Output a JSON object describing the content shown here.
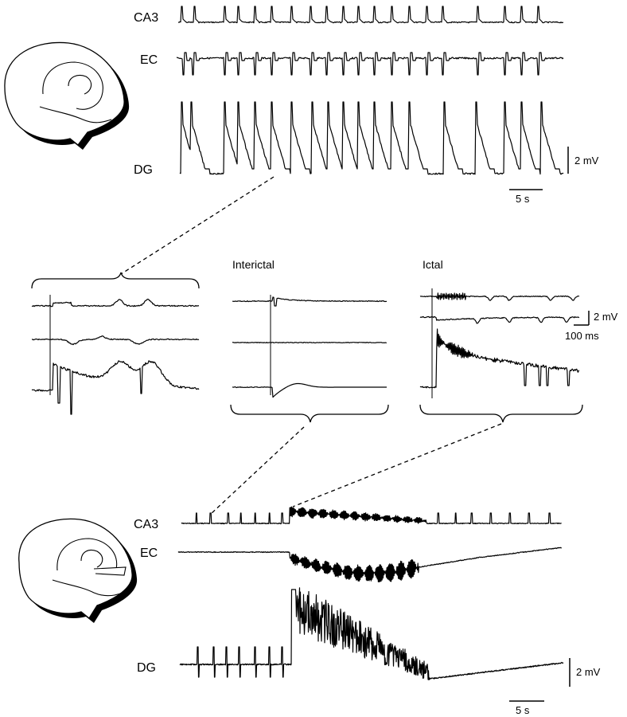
{
  "top_panel": {
    "labels": {
      "ca3": "CA3",
      "ec": "EC",
      "dg": "DG"
    },
    "scale_voltage": "2 mV",
    "scale_time": "5 s"
  },
  "middle_panel": {
    "interictal_title": "Interictal",
    "ictal_title": "Ictal",
    "scale_voltage": "2 mV",
    "scale_time": "100 ms"
  },
  "bottom_panel": {
    "labels": {
      "ca3": "CA3",
      "ec": "EC",
      "dg": "DG"
    },
    "scale_voltage": "2 mV",
    "scale_time": "5 s"
  }
}
